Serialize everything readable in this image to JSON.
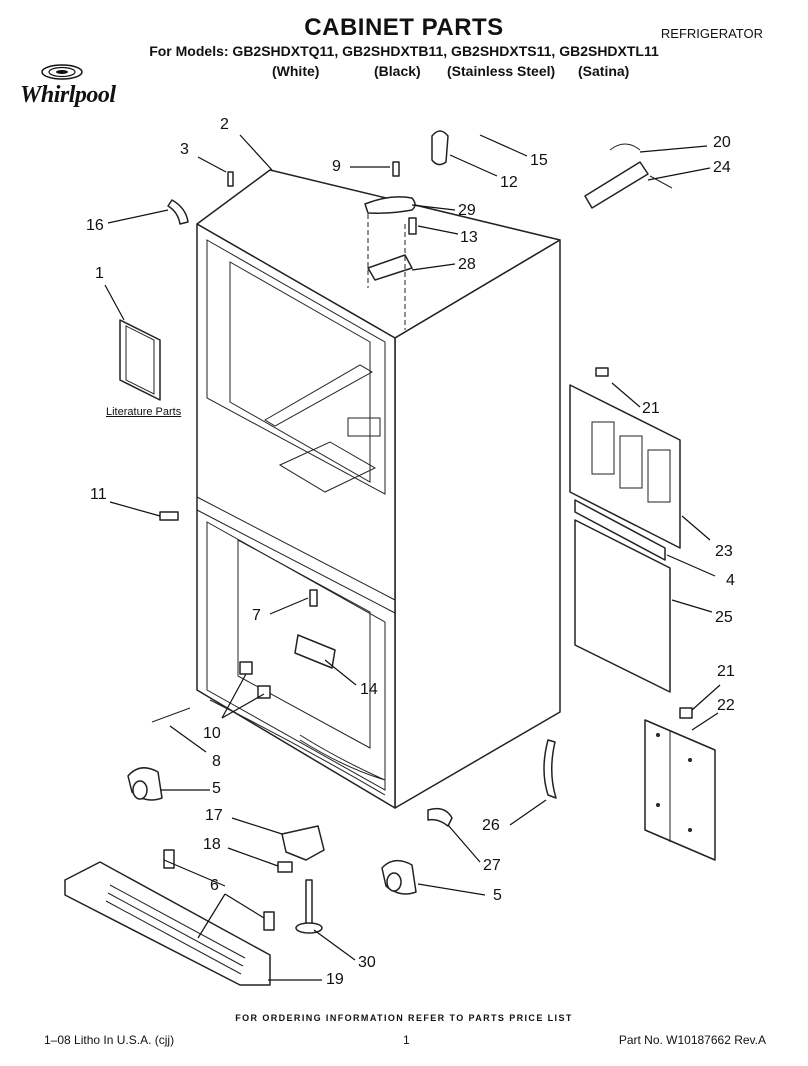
{
  "header": {
    "title": "CABINET PARTS",
    "category": "REFRIGERATOR",
    "models": "For Models: GB2SHDXTQ11, GB2SHDXTB11, GB2SHDXTS11, GB2SHDXTL11",
    "finishes": [
      "(White)",
      "(Black)",
      "(Stainless Steel)",
      "(Satina)"
    ],
    "brand": "Whirlpool"
  },
  "diagram": {
    "literature_label": "Literature Parts",
    "callouts": [
      "2",
      "3",
      "9",
      "15",
      "12",
      "20",
      "24",
      "16",
      "29",
      "13",
      "28",
      "1",
      "21",
      "11",
      "23",
      "4",
      "25",
      "7",
      "14",
      "21",
      "22",
      "10",
      "8",
      "5",
      "17",
      "18",
      "6",
      "26",
      "27",
      "5",
      "30",
      "19"
    ]
  },
  "footer": {
    "order_info": "FOR ORDERING INFORMATION REFER TO PARTS PRICE LIST",
    "litho": "1–08 Litho In U.S.A. (cjj)",
    "page": "1",
    "part_no": "Part No. W10187662 Rev.A"
  }
}
